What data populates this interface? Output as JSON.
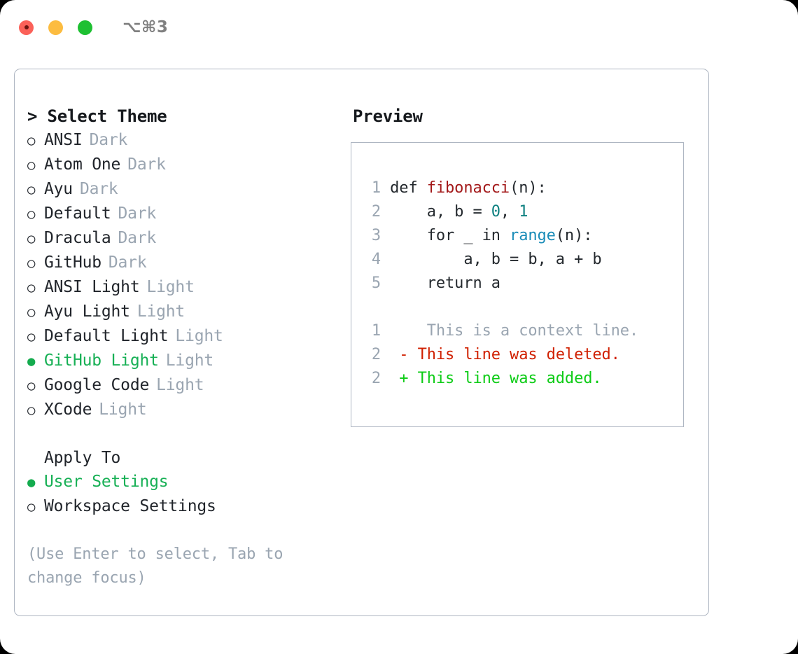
{
  "titlebar": {
    "shortcut": "⌥⌘3",
    "buttons": [
      "close",
      "minimize",
      "maximize"
    ]
  },
  "colors": {
    "selected_green": "#17b055",
    "tag_gray": "#9aa5b1",
    "panel_border": "#aeb6c2",
    "diff_deleted": "#d02000",
    "diff_added": "#0ecc17",
    "code_function": "#a3191a",
    "code_number": "#0d8080",
    "code_builtin": "#1a8cb8"
  },
  "theme_list": {
    "header": "> Select Theme",
    "items": [
      {
        "bullet": "○",
        "label": "ANSI",
        "tag": "Dark",
        "selected": false
      },
      {
        "bullet": "○",
        "label": "Atom One",
        "tag": "Dark",
        "selected": false
      },
      {
        "bullet": "○",
        "label": "Ayu",
        "tag": "Dark",
        "selected": false
      },
      {
        "bullet": "○",
        "label": "Default",
        "tag": "Dark",
        "selected": false
      },
      {
        "bullet": "○",
        "label": "Dracula",
        "tag": "Dark",
        "selected": false
      },
      {
        "bullet": "○",
        "label": "GitHub",
        "tag": "Dark",
        "selected": false
      },
      {
        "bullet": "○",
        "label": "ANSI Light",
        "tag": "Light",
        "selected": false
      },
      {
        "bullet": "○",
        "label": "Ayu Light",
        "tag": "Light",
        "selected": false
      },
      {
        "bullet": "○",
        "label": "Default Light",
        "tag": "Light",
        "selected": false
      },
      {
        "bullet": "●",
        "label": "GitHub Light",
        "tag": "Light",
        "selected": true
      },
      {
        "bullet": "○",
        "label": "Google Code",
        "tag": "Light",
        "selected": false
      },
      {
        "bullet": "○",
        "label": "XCode",
        "tag": "Light",
        "selected": false
      }
    ]
  },
  "apply_to": {
    "title": "Apply To",
    "items": [
      {
        "bullet": "●",
        "label": "User Settings",
        "selected": true
      },
      {
        "bullet": "○",
        "label": "Workspace Settings",
        "selected": false
      }
    ]
  },
  "hint": "(Use Enter to select, Tab to change focus)",
  "preview": {
    "title": "Preview",
    "code_lines": [
      {
        "num": "1",
        "tokens": [
          {
            "t": "def ",
            "c": "kw"
          },
          {
            "t": "fibonacci",
            "c": "fn"
          },
          {
            "t": "(n):",
            "c": "body"
          }
        ]
      },
      {
        "num": "2",
        "tokens": [
          {
            "t": "    a, b = ",
            "c": "body"
          },
          {
            "t": "0",
            "c": "num"
          },
          {
            "t": ", ",
            "c": "body"
          },
          {
            "t": "1",
            "c": "num"
          }
        ]
      },
      {
        "num": "3",
        "tokens": [
          {
            "t": "    for _ in ",
            "c": "body"
          },
          {
            "t": "range",
            "c": "bi"
          },
          {
            "t": "(n):",
            "c": "body"
          }
        ]
      },
      {
        "num": "4",
        "tokens": [
          {
            "t": "        a, b = b, a + b",
            "c": "body"
          }
        ]
      },
      {
        "num": "5",
        "tokens": [
          {
            "t": "    return a",
            "c": "body"
          }
        ]
      }
    ],
    "diff_lines": [
      {
        "num": "1",
        "marker": " ",
        "text": "  This is a context line.",
        "kind": "ctx"
      },
      {
        "num": "2",
        "marker": "-",
        "text": " This line was deleted.",
        "kind": "del"
      },
      {
        "num": "2",
        "marker": "+",
        "text": " This line was added.",
        "kind": "add"
      }
    ]
  }
}
